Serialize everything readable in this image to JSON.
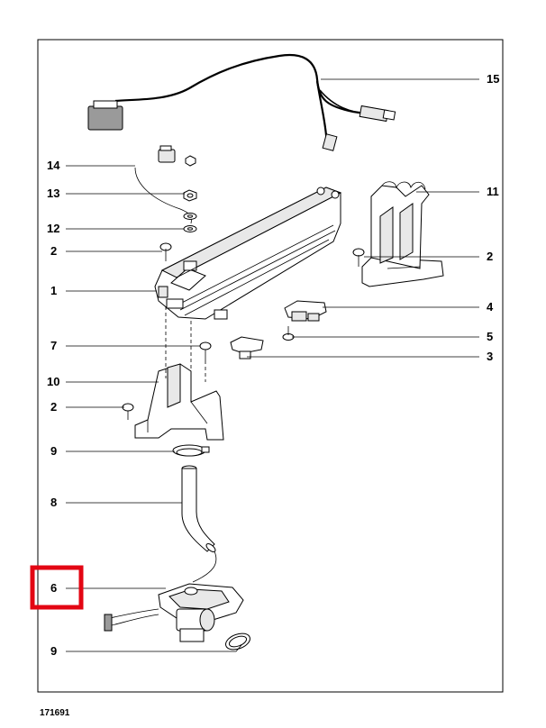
{
  "callouts": [
    {
      "id": "15",
      "label": "15"
    },
    {
      "id": "14",
      "label": "14"
    },
    {
      "id": "13",
      "label": "13"
    },
    {
      "id": "12",
      "label": "12"
    },
    {
      "id": "2a",
      "label": "2"
    },
    {
      "id": "1",
      "label": "1"
    },
    {
      "id": "7",
      "label": "7"
    },
    {
      "id": "10",
      "label": "10"
    },
    {
      "id": "2b",
      "label": "2"
    },
    {
      "id": "9a",
      "label": "9"
    },
    {
      "id": "8",
      "label": "8"
    },
    {
      "id": "6",
      "label": "6"
    },
    {
      "id": "9b",
      "label": "9"
    },
    {
      "id": "11",
      "label": "11"
    },
    {
      "id": "2c",
      "label": "2"
    },
    {
      "id": "4",
      "label": "4"
    },
    {
      "id": "5",
      "label": "5"
    },
    {
      "id": "3",
      "label": "3"
    }
  ],
  "highlighted_callout": "6",
  "highlight_color": "#e30613",
  "reference_number": "171691"
}
